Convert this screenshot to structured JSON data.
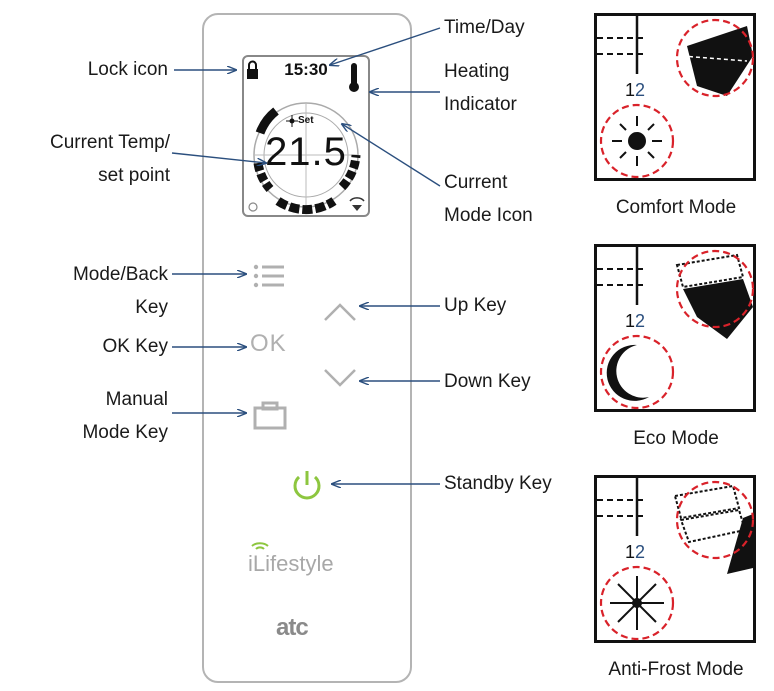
{
  "device": {
    "time": "15:30",
    "temperature": "21.5",
    "set_label": "Set",
    "ok_key": "OK",
    "brand": "iLifestyle",
    "logo": "atc"
  },
  "labels": {
    "lock_icon": "Lock icon",
    "current_temp_line1": "Current Temp/",
    "current_temp_line2": "set point",
    "mode_back_line1": "Mode/Back",
    "mode_back_line2": "Key",
    "ok_key": "OK Key",
    "manual_line1": "Manual",
    "manual_line2": "Mode Key",
    "time_day": "Time/Day",
    "heating_line1": "Heating",
    "heating_line2": "Indicator",
    "current_mode_line1": "Current",
    "current_mode_line2": "Mode Icon",
    "up_key": "Up Key",
    "down_key": "Down Key",
    "standby_key": "Standby Key"
  },
  "modes": [
    {
      "caption": "Comfort Mode",
      "icon": "sun-icon"
    },
    {
      "caption": "Eco Mode",
      "icon": "moon-icon"
    },
    {
      "caption": "Anti-Frost Mode",
      "icon": "snowflake-icon"
    }
  ],
  "colors": {
    "arrow": "#2b4f7e",
    "highlight_circle": "#d9222a",
    "standby_green": "#8dc63f",
    "key_gray": "#b0b0b0"
  }
}
